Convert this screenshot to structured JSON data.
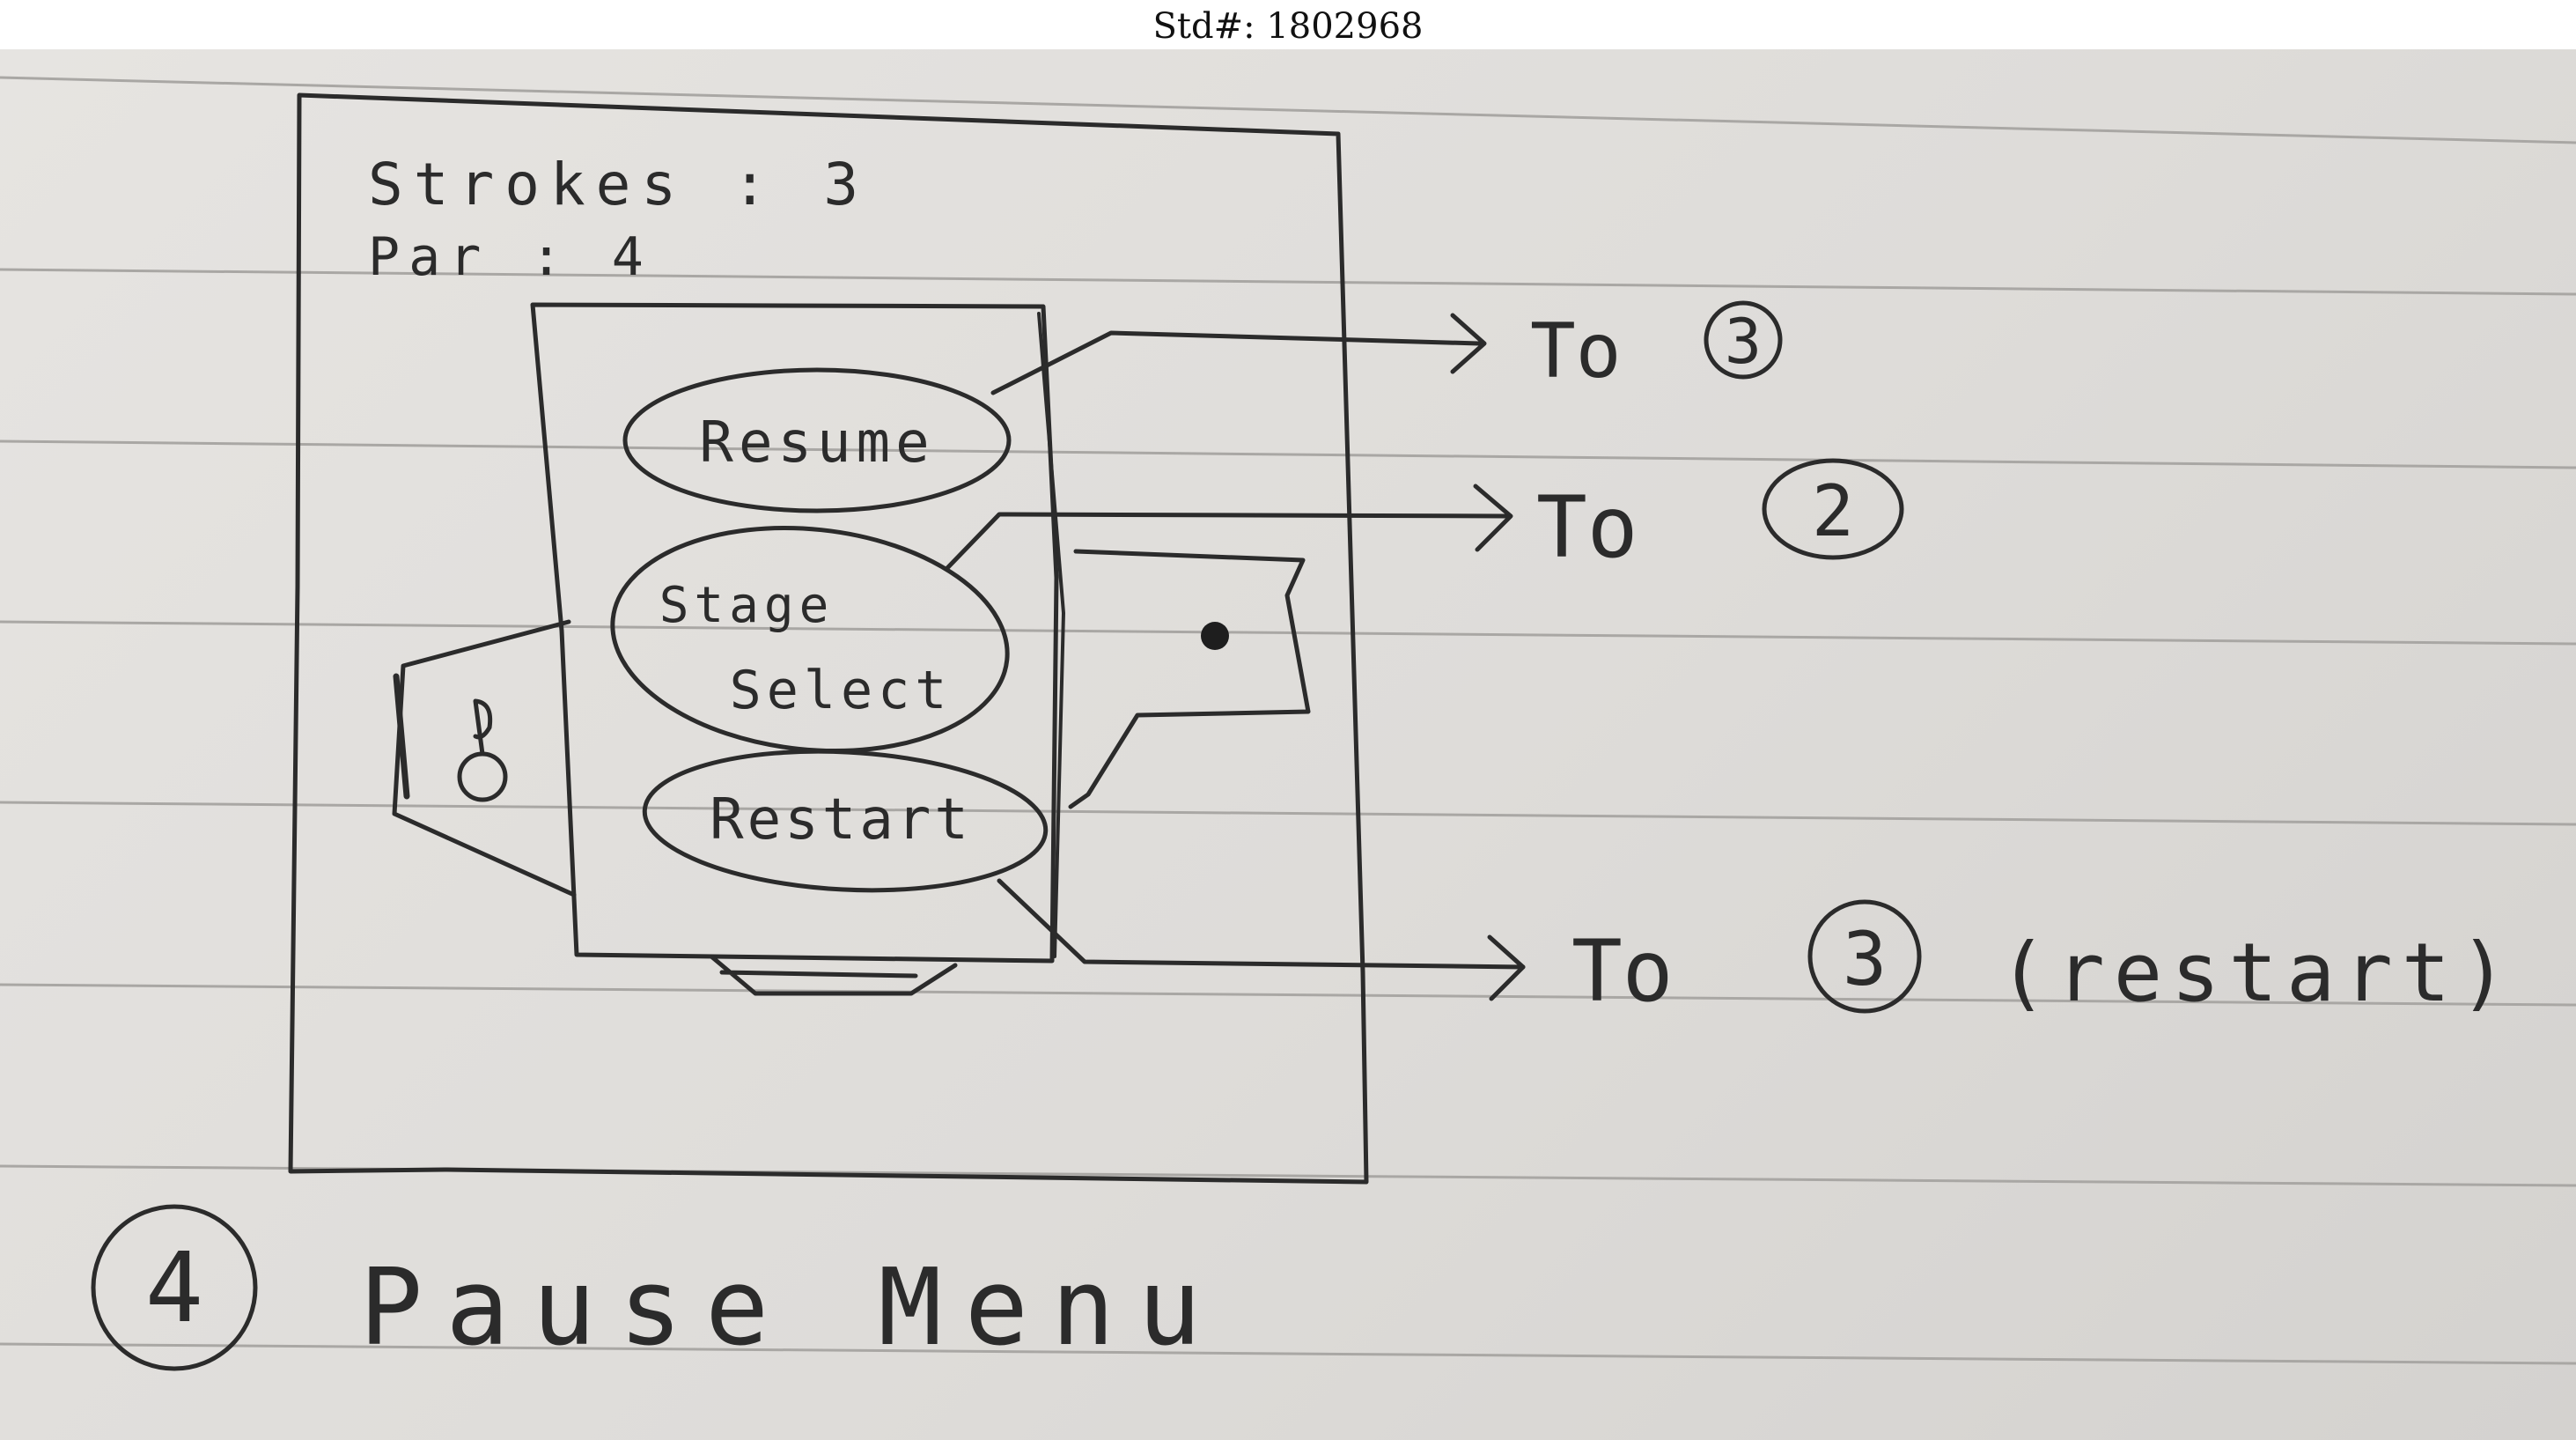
{
  "header": {
    "std_number": "Std#: 1802968"
  },
  "screen": {
    "strokes_label": "Strokes : 3",
    "par_label": "Par : 4"
  },
  "pause_menu": {
    "buttons": [
      {
        "label": "Resume",
        "target_label": "To",
        "target_number": "3",
        "target_note": ""
      },
      {
        "label_line1": "Stage",
        "label_line2": "Select",
        "target_label": "To",
        "target_number": "2",
        "target_note": ""
      },
      {
        "label": "Restart",
        "target_label": "To",
        "target_number": "3",
        "target_note": "(restart)"
      }
    ]
  },
  "caption": {
    "number": "4",
    "title": "Pause Menu"
  },
  "icons": [
    "golf-ball-on-tee-icon",
    "hole-flag-icon"
  ],
  "colors": {
    "ink": "#2b2b2b",
    "paper": "#e2e0dd",
    "rule_line": "#a9a7a4"
  }
}
